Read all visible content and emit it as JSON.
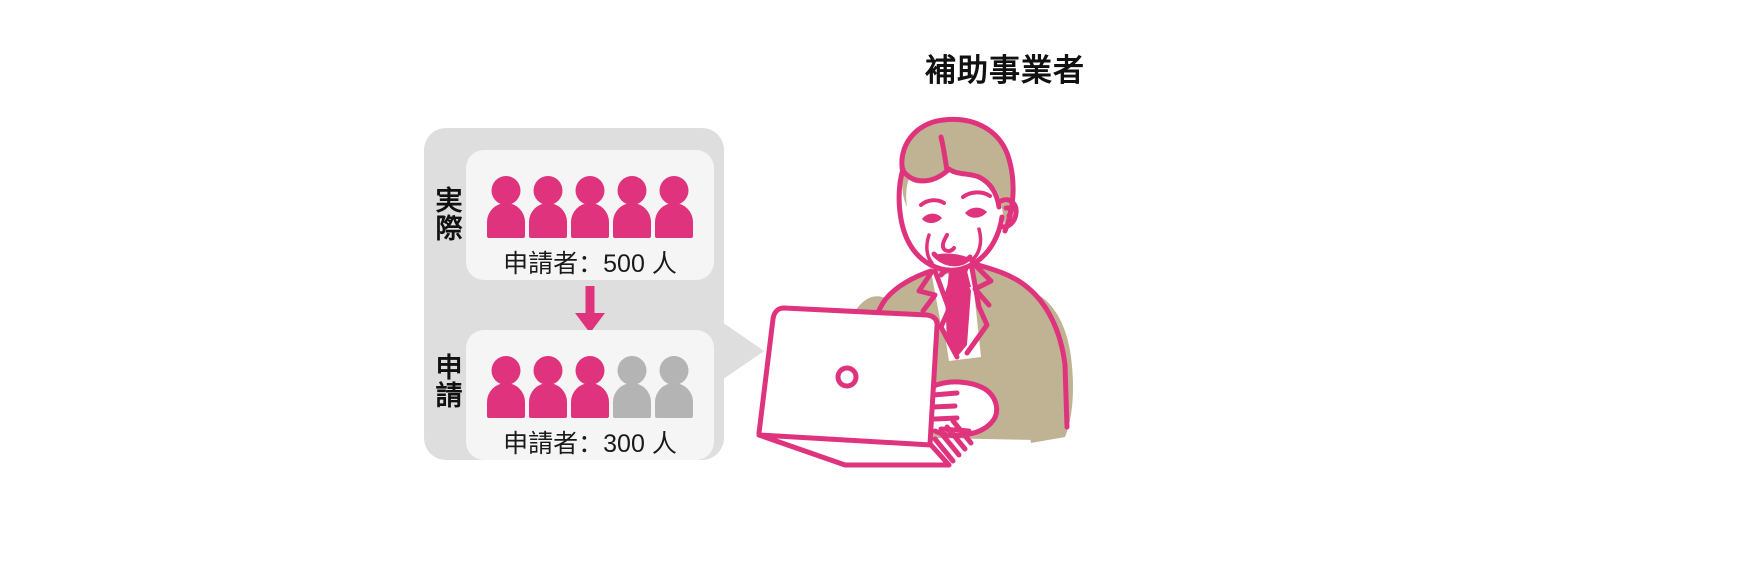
{
  "page": {
    "background_color": "#ffffff",
    "accent_pink": "#e0337d",
    "muted_gray": "#b4b4b4",
    "panel_gray": "#dedede",
    "card_bg": "#f5f5f5",
    "illustration_tan": "#c0b393"
  },
  "title": {
    "text": "補助事業者"
  },
  "panel": {
    "rows": [
      {
        "label_chars": [
          "実",
          "際"
        ],
        "label_text": "実際",
        "figures": [
          {
            "state": "pink"
          },
          {
            "state": "pink"
          },
          {
            "state": "pink"
          },
          {
            "state": "pink"
          },
          {
            "state": "pink"
          }
        ],
        "caption": "申請者：500 人",
        "count": 500,
        "unit": "人"
      },
      {
        "label_chars": [
          "申",
          "請"
        ],
        "label_text": "申請",
        "figures": [
          {
            "state": "pink"
          },
          {
            "state": "pink"
          },
          {
            "state": "pink"
          },
          {
            "state": "gray"
          },
          {
            "state": "gray"
          }
        ],
        "caption": "申請者：300 人",
        "count": 300,
        "unit": "人"
      }
    ],
    "arrow": {
      "direction": "down",
      "color": "#e0337d"
    },
    "pointer": {
      "direction": "right",
      "color": "#dedede"
    }
  },
  "illustration": {
    "subject": "businessman-with-laptop",
    "line_color": "#e0337d",
    "hair_color": "#c0b393",
    "suit_color": "#c0b393",
    "tie_color": "#e0337d",
    "shirt_color": "#ffffff",
    "laptop": {
      "logo": "circle"
    }
  }
}
